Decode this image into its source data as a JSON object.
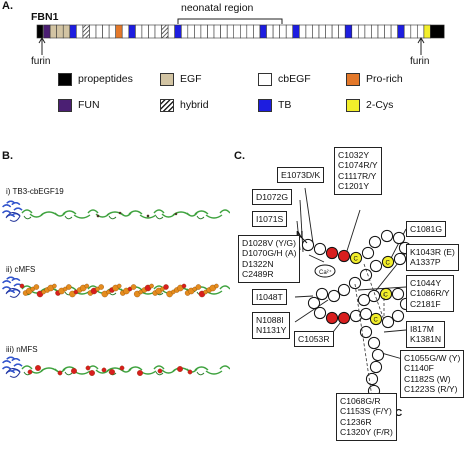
{
  "panels": {
    "a": "A.",
    "b": "B.",
    "c": "C."
  },
  "gene": "FBN1",
  "region_label": "neonatal region",
  "furin_labels": [
    "furin",
    "furin"
  ],
  "colors": {
    "propeptides": "#000000",
    "EGF": "#d2c4a3",
    "cbEGF": "#ffffff",
    "pro_rich": "#e3782a",
    "FUN": "#4b1f73",
    "TB": "#1d1de0",
    "two_cys": "#f2ee2b",
    "red": "#d81e1e",
    "green": "#3ea23e",
    "orange": "#e58c1e",
    "blue": "#3355cc"
  },
  "legend": [
    {
      "key": "propeptides",
      "label": "propeptides"
    },
    {
      "key": "EGF",
      "label": "EGF"
    },
    {
      "key": "cbEGF",
      "label": "cbEGF"
    },
    {
      "key": "pro_rich",
      "label": "Pro-rich"
    },
    {
      "key": "FUN",
      "label": "FUN"
    },
    {
      "key": "hybrid",
      "label": "hybrid"
    },
    {
      "key": "TB",
      "label": "TB"
    },
    {
      "key": "two_cys",
      "label": "2-Cys"
    }
  ],
  "structures": [
    {
      "label": "i) TB3-cbEGF19"
    },
    {
      "label": "ii) cMFS"
    },
    {
      "label": "iii) nMFS"
    }
  ],
  "domain_markers": {
    "n_term": "N",
    "c_term": "C",
    "ca": "Ca²⁺"
  },
  "mutations": [
    {
      "lines": [
        "E1073D/K"
      ]
    },
    {
      "lines": [
        "C1032Y",
        "C1074R/Y",
        "C1117R/Y",
        "C1201Y"
      ]
    },
    {
      "lines": [
        "D1072G"
      ]
    },
    {
      "lines": [
        "I1071S"
      ]
    },
    {
      "lines": [
        "D1028V (Y/G)",
        "D1070G/H (A)",
        "D1322N",
        "C2489R"
      ]
    },
    {
      "lines": [
        "I1048T"
      ]
    },
    {
      "lines": [
        "N1088I",
        "N1131Y"
      ]
    },
    {
      "lines": [
        "C1053R"
      ]
    },
    {
      "lines": [
        "C1081G"
      ]
    },
    {
      "lines": [
        "K1043R (E)",
        "A1337P"
      ]
    },
    {
      "lines": [
        "C1044Y",
        "C1086R/Y",
        "C2181F"
      ]
    },
    {
      "lines": [
        "I817M",
        "K1381N"
      ]
    },
    {
      "lines": [
        "C1055G/W (Y)",
        "C1140F",
        "C1182S (W)",
        "C1223S (R/Y)"
      ]
    },
    {
      "lines": [
        "C1068G/R",
        "C1153S (F/Y)",
        "C1236R",
        "C1320Y (F/R)"
      ]
    }
  ]
}
